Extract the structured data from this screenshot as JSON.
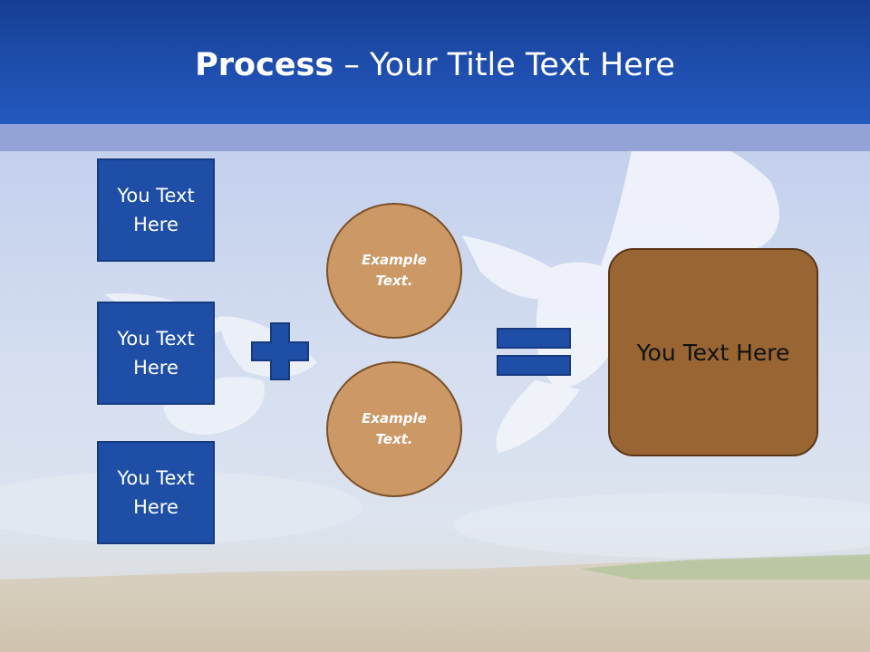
{
  "slide": {
    "title_bold": "Process",
    "title_rest": " – Your Title Text Here"
  },
  "left_boxes": [
    {
      "label": "You Text Here"
    },
    {
      "label": "You Text Here"
    },
    {
      "label": "You Text Here"
    }
  ],
  "circles": [
    {
      "label": "Example Text."
    },
    {
      "label": "Example Text."
    }
  ],
  "operators": {
    "plus_icon": "plus-icon",
    "equals_icon": "equals-icon"
  },
  "result_box": {
    "label": "You Text Here"
  },
  "colors": {
    "header": "#1f4fb0",
    "box_blue": "#1e4ea6",
    "circle_tan": "#cc9966",
    "result_brown": "#996633"
  }
}
